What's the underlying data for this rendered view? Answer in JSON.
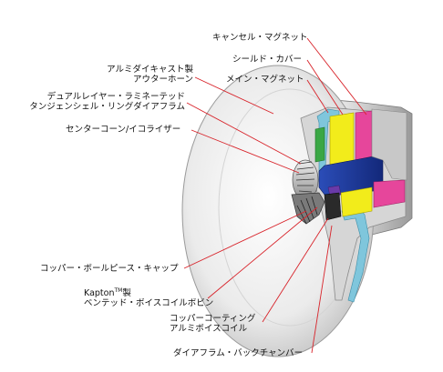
{
  "labels": {
    "cancel_magnet": "キャンセル・マグネット",
    "shield_cover": "シールド・カバー",
    "main_magnet": "メイン・マグネット",
    "horn_line1": "アルミダイキャスト製",
    "horn_line2": "アウターホーン",
    "diaphragm_line1": "デュアルレイヤー・ラミネーテッド",
    "diaphragm_line2": "タンジェンシェル・リングダイアフラム",
    "center_cone": "センターコーン/イコライザー",
    "phase_cap": "コッパー・ボールピース・キャップ",
    "bobbin_line1_a": "Kapton",
    "bobbin_line1_tm": "TM",
    "bobbin_line1_b": "製",
    "bobbin_line2": "ベンテッド・ボイスコイルボビン",
    "coil_line1": "コッパーコーティング",
    "coil_line2": "アルミボイスコイル",
    "back_chamber": "ダイアフラム・バックチャンバー"
  },
  "colors": {
    "leader": "#d8232a",
    "magnet_yellow": "#f2ec1b",
    "cancel_pink": "#e6469b",
    "blue_pole": "#1f3fa8",
    "cyan_cover": "#7fc6dc",
    "green_ring": "#3aa745",
    "purple_ring": "#6a3aa8"
  }
}
